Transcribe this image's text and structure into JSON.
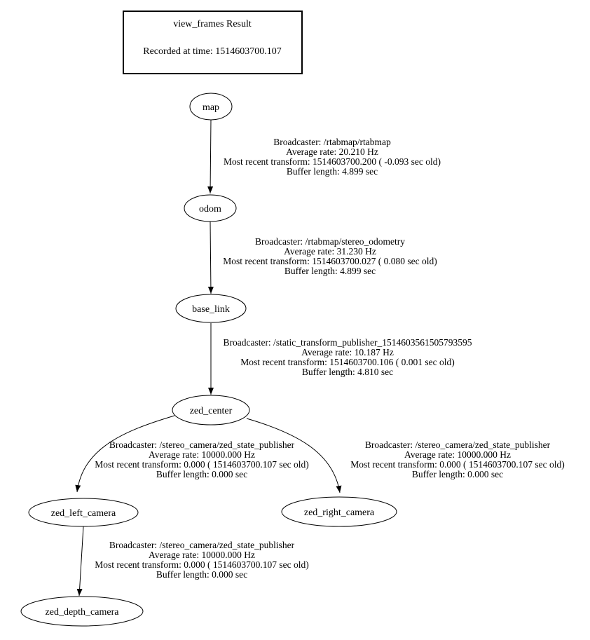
{
  "diagram": {
    "kind": "ros-tf-tree",
    "background": "#ffffff",
    "line_color": "#000000",
    "title": {
      "line1": "view_frames Result",
      "line2": "Recorded at time: 1514603700.107"
    },
    "nodes": {
      "map": "map",
      "odom": "odom",
      "base_link": "base_link",
      "zed_center": "zed_center",
      "zed_left_camera": "zed_left_camera",
      "zed_right_camera": "zed_right_camera",
      "zed_depth_camera": "zed_depth_camera"
    },
    "edges": [
      {
        "from": "map",
        "to": "odom",
        "label": {
          "broadcaster": "Broadcaster: /rtabmap/rtabmap",
          "rate": "Average rate: 20.210 Hz",
          "transform": "Most recent transform: 1514603700.200 ( -0.093 sec old)",
          "buffer": "Buffer length: 4.899 sec"
        }
      },
      {
        "from": "odom",
        "to": "base_link",
        "label": {
          "broadcaster": "Broadcaster: /rtabmap/stereo_odometry",
          "rate": "Average rate: 31.230 Hz",
          "transform": "Most recent transform: 1514603700.027 ( 0.080 sec old)",
          "buffer": "Buffer length: 4.899 sec"
        }
      },
      {
        "from": "base_link",
        "to": "zed_center",
        "label": {
          "broadcaster": "Broadcaster: /static_transform_publisher_1514603561505793595",
          "rate": "Average rate: 10.187 Hz",
          "transform": "Most recent transform: 1514603700.106 ( 0.001 sec old)",
          "buffer": "Buffer length: 4.810 sec"
        }
      },
      {
        "from": "zed_center",
        "to": "zed_left_camera",
        "label": {
          "broadcaster": "Broadcaster: /stereo_camera/zed_state_publisher",
          "rate": "Average rate: 10000.000 Hz",
          "transform": "Most recent transform: 0.000 ( 1514603700.107 sec old)",
          "buffer": "Buffer length: 0.000 sec"
        }
      },
      {
        "from": "zed_center",
        "to": "zed_right_camera",
        "label": {
          "broadcaster": "Broadcaster: /stereo_camera/zed_state_publisher",
          "rate": "Average rate: 10000.000 Hz",
          "transform": "Most recent transform: 0.000 ( 1514603700.107 sec old)",
          "buffer": "Buffer length: 0.000 sec"
        }
      },
      {
        "from": "zed_left_camera",
        "to": "zed_depth_camera",
        "label": {
          "broadcaster": "Broadcaster: /stereo_camera/zed_state_publisher",
          "rate": "Average rate: 10000.000 Hz",
          "transform": "Most recent transform: 0.000 ( 1514603700.107 sec old)",
          "buffer": "Buffer length: 0.000 sec"
        }
      }
    ]
  }
}
